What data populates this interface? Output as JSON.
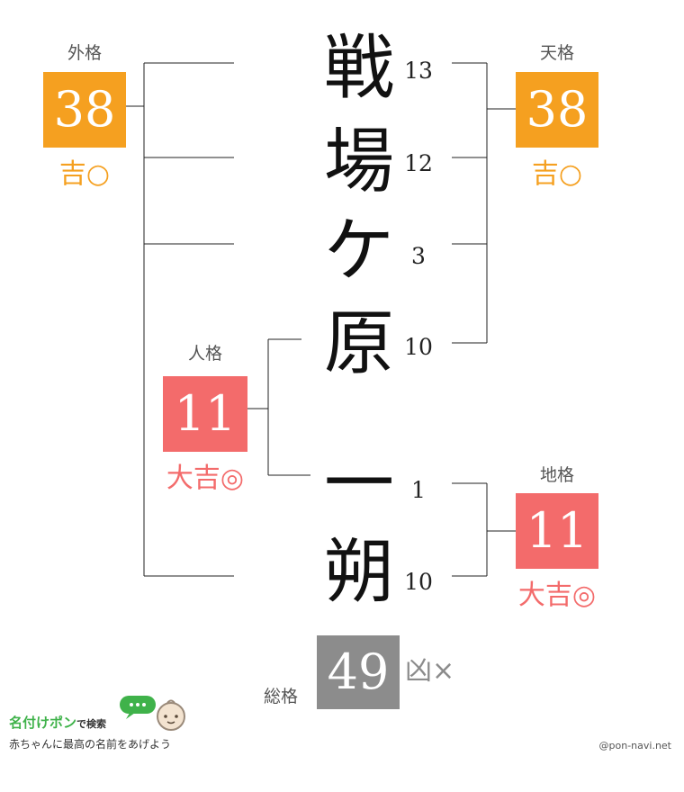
{
  "surname": [
    {
      "char": "戦",
      "strokes": "13"
    },
    {
      "char": "場",
      "strokes": "12"
    },
    {
      "char": "ケ",
      "strokes": "3"
    },
    {
      "char": "原",
      "strokes": "10"
    }
  ],
  "given": [
    {
      "char": "一",
      "strokes": "1"
    },
    {
      "char": "朔",
      "strokes": "10"
    }
  ],
  "kaku": {
    "gaikaku": {
      "label": "外格",
      "value": "38",
      "fortune": "吉○",
      "color": "#f5a020"
    },
    "tenkaku": {
      "label": "天格",
      "value": "38",
      "fortune": "吉○",
      "color": "#f5a020"
    },
    "jinkaku": {
      "label": "人格",
      "value": "11",
      "fortune": "大吉◎",
      "color": "#f36b6b"
    },
    "chikaku": {
      "label": "地格",
      "value": "11",
      "fortune": "大吉◎",
      "color": "#f36b6b"
    },
    "soukaku": {
      "label": "総格",
      "value": "49",
      "fortune": "凶×",
      "color": "#8c8c8c"
    }
  },
  "logo": {
    "title_main": "名付けポン",
    "title_sub": "で検索",
    "tagline": "赤ちゃんに最高の名前をあげよう"
  },
  "credit": "@pon-navi.net",
  "icons": {
    "chat": "speech-bubble-icon",
    "baby": "baby-face-icon"
  }
}
